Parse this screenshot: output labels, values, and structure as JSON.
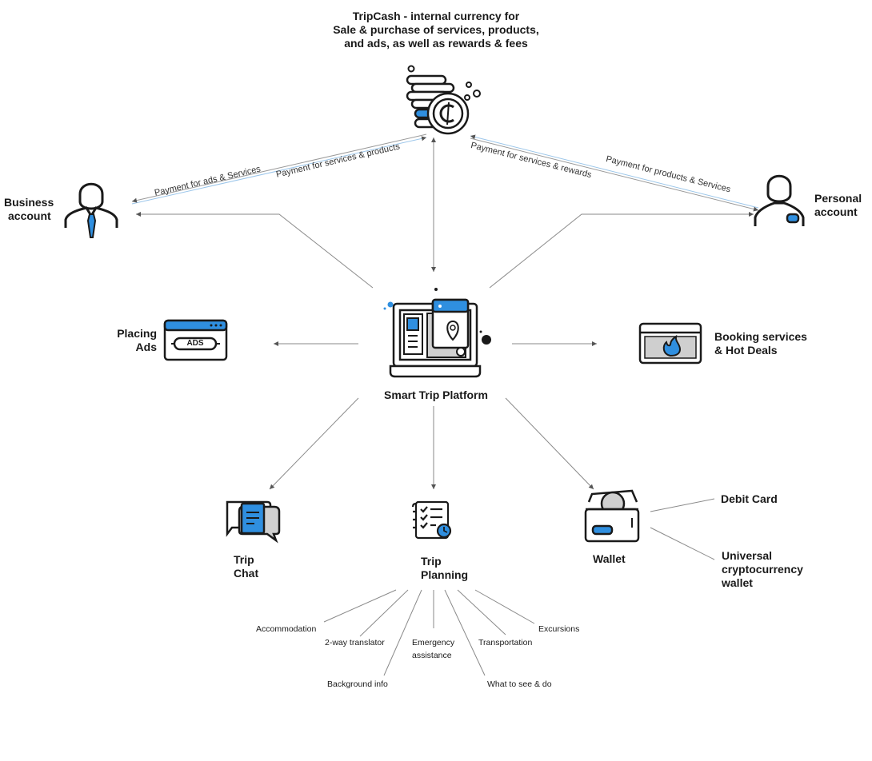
{
  "top": {
    "title_lines": [
      "TripCash - internal currency for",
      "Sale & purchase of services, products,",
      "and ads, as well as rewards & fees"
    ]
  },
  "nodes": {
    "business": {
      "line1": "Business",
      "line2": "account"
    },
    "personal": {
      "line1": "Personal",
      "line2": "account"
    },
    "placing_ads": {
      "line1": "Placing",
      "line2": "Ads",
      "badge": "ADS"
    },
    "booking": {
      "line1": "Booking services",
      "line2": "& Hot Deals"
    },
    "platform": {
      "label": "Smart Trip Platform"
    },
    "trip_chat": {
      "line1": "Trip",
      "line2": "Chat"
    },
    "trip_planning": {
      "line1": "Trip",
      "line2": "Planning"
    },
    "wallet": {
      "label": "Wallet"
    },
    "debit_card": {
      "label": "Debit Card"
    },
    "crypto_wallet": {
      "line1": "Universal",
      "line2": "cryptocurrency",
      "line3": "wallet"
    }
  },
  "payments": {
    "ads_services": "Payment for ads & Services",
    "services_products": "Payment for services & products",
    "services_rewards": "Payment for services & rewards",
    "products_services": "Payment for products & Services"
  },
  "planning_items": {
    "accommodation": "Accommodation",
    "translator": "2-way translator",
    "background": "Background info",
    "emergency_1": "Emergency",
    "emergency_2": "assistance",
    "transportation": "Transportation",
    "what_to_see": "What to see & do",
    "excursions": "Excursions"
  },
  "colors": {
    "accent": "#2f8fe0",
    "line": "#8a8a8a",
    "ink": "#1a1a1a"
  }
}
